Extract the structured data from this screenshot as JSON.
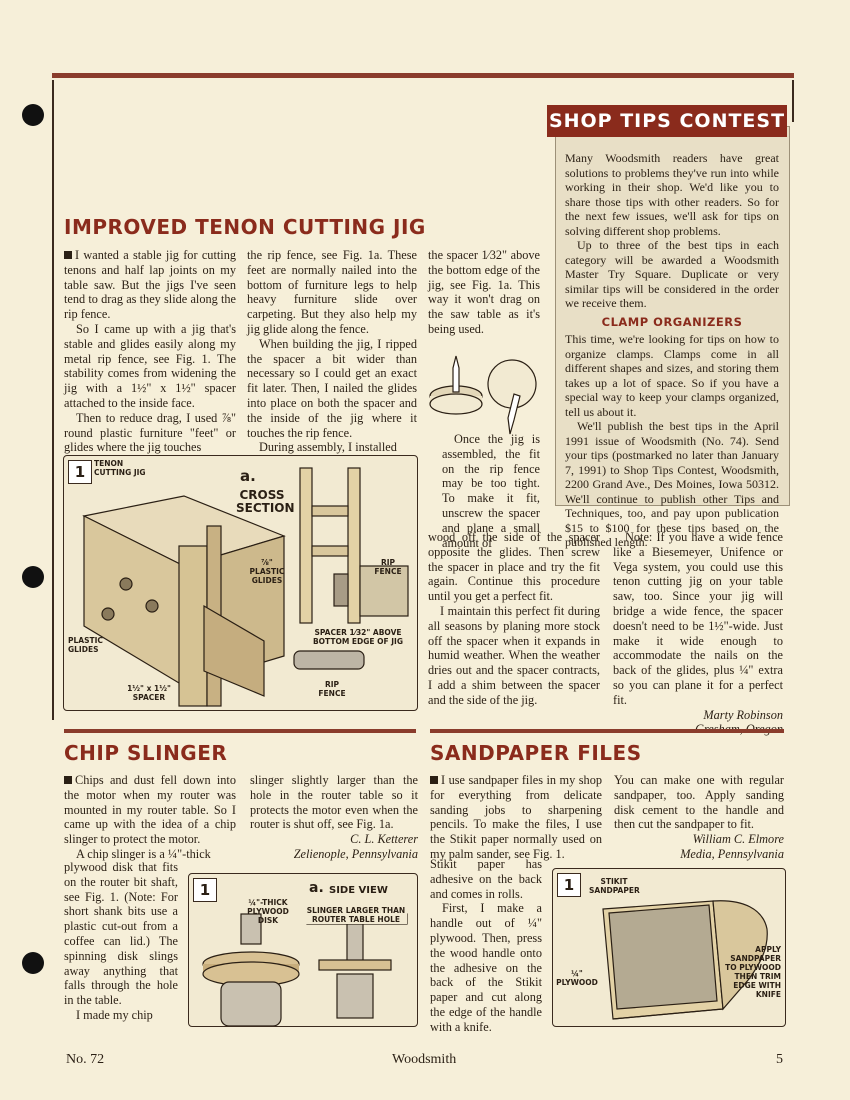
{
  "tenon": {
    "title": "IMPROVED TENON CUTTING JIG",
    "col1": [
      "I wanted a stable jig for cutting tenons and half lap joints on my table saw. But the jigs I've seen tend to drag as they slide along the rip fence.",
      "So I came up with a jig that's stable and glides easily along my metal rip fence, see Fig. 1. The stability comes from widening the jig with a 1½\" x 1½\" spacer attached to the inside face.",
      "Then to reduce drag, I used ⅞\" round plastic furniture \"feet\" or glides where the jig touches"
    ],
    "col2": [
      "the rip fence, see Fig. 1a. These feet are normally nailed into the bottom of furniture legs to help heavy furniture slide over carpeting. But they also help my jig glide along the fence.",
      "When building the jig, I ripped the spacer a bit wider than necessary so I could get an exact fit later. Then, I nailed the glides into place on both the spacer and the inside of the jig where it touches the rip fence.",
      "During assembly, I installed"
    ],
    "col3_top": "the spacer 1⁄32\" above the bottom edge of the jig, see Fig. 1a. This way it won't drag on the saw table as it's being used.",
    "col3_mid": "Once the jig is assembled, the fit on the rip fence may be too tight. To make it fit, unscrew the spacer and plane a small amount of",
    "col3_bottom": [
      "wood off the side of the spacer opposite the glides. Then screw the spacer in place and try the fit again. Continue this procedure until you get a perfect fit.",
      "I maintain this perfect fit during all seasons by planing more stock off the spacer when it expands in humid weather. When the weather dries out and the spacer contracts, I add a shim between the spacer and the side of the jig."
    ],
    "col4": "Note: If you have a wide fence like a Biesemeyer, Unifence or Vega system, you could use this tenon cutting jig on your table saw, too. Since your jig will bridge a wide fence, the spacer doesn't need to be 1½\"-wide. Just make it wide enough to accommodate the nails on the back of the glides, plus ¼\" extra so you can plane it for a perfect fit.",
    "author": "Marty Robinson",
    "location": "Gresham, Oregon",
    "fig": {
      "num": "1",
      "label_jig": "TENON CUTTING JIG",
      "sub": "a.",
      "cross": "CROSS SECTION",
      "plastic_glides_a": "⅞\" PLASTIC GLIDES",
      "rip_fence_a": "RIP FENCE",
      "spacer_note": "SPACER 1⁄32\" ABOVE BOTTOM EDGE OF JIG",
      "plastic_glides": "PLASTIC GLIDES",
      "spacer": "1½\" x 1½\" SPACER",
      "rip_fence": "RIP FENCE"
    }
  },
  "contest": {
    "banner": "SHOP TIPS CONTEST",
    "p1": "Many Woodsmith readers have great solutions to problems they've run into while working in their shop. We'd like you to share those tips with other readers. So for the next few issues, we'll ask for tips on solving different shop problems.",
    "p2": "Up to three of the best tips in each category will be awarded a Woodsmith Master Try Square. Duplicate or very similar tips will be considered in the order we receive them.",
    "subhead": "CLAMP ORGANIZERS",
    "p3": "This time, we're looking for tips on how to organize clamps. Clamps come in all different shapes and sizes, and storing them takes up a lot of space. So if you have a special way to keep your clamps organized, tell us about it.",
    "p4": "We'll publish the best tips in the April 1991 issue of Woodsmith (No. 74). Send your tips (postmarked no later than January 7, 1991) to Shop Tips Contest, Woodsmith, 2200 Grand Ave., Des Moines, Iowa 50312. We'll continue to publish other Tips and Techniques, too, and pay upon publication $15 to $100 for these tips based on the published length."
  },
  "chip": {
    "title": "CHIP SLINGER",
    "col1_top": "Chips and dust fell down into the motor when my router was mounted in my router table. So I came up with the idea of a chip slinger to protect the motor.",
    "col1_mid": "A chip slinger is a ¼\"-thick",
    "col1_narrow": "plywood disk that fits on the router bit shaft, see Fig. 1. (Note: For short shank bits use a plastic cut-out from a coffee can lid.) The spinning disk slings away anything that falls through the hole in the table.",
    "col1_end": "I made my chip",
    "col2": "slinger slightly larger than the hole in the router table so it protects the motor even when the router is shut off, see Fig. 1a.",
    "author": "C. L. Ketterer",
    "location": "Zelienople, Pennsylvania",
    "fig": {
      "num": "1",
      "disk": "¼\"-THICK PLYWOOD DISK",
      "sub": "a.",
      "side": "SIDE VIEW",
      "note": "SLINGER LARGER THAN ROUTER TABLE HOLE"
    }
  },
  "sand": {
    "title": "SANDPAPER FILES",
    "col1_top": "I use sandpaper files in my shop for everything from delicate sanding jobs to sharpening pencils. To make the files, I use the Stikit paper normally used on my palm sander, see Fig. 1.",
    "col1_narrow_a": "Stikit paper has adhesive on the back and comes in rolls.",
    "col1_narrow_b": "First, I make a handle out of ¼\" plywood. Then, press the wood handle onto the adhesive on the back of the Stikit paper and cut along the edge of the handle with a knife.",
    "col2": "You can make one with regular sandpaper, too. Apply sanding disk cement to the handle and then cut the sandpaper to fit.",
    "author": "William C. Elmore",
    "location": "Media, Pennsylvania",
    "fig": {
      "num": "1",
      "stikit": "STIKIT SANDPAPER",
      "plywood": "¼\" PLYWOOD",
      "apply": "APPLY SANDPAPER TO PLYWOOD THEN TRIM EDGE WITH KNIFE"
    }
  },
  "footer": {
    "issue": "No. 72",
    "magazine": "Woodsmith",
    "page": "5"
  }
}
